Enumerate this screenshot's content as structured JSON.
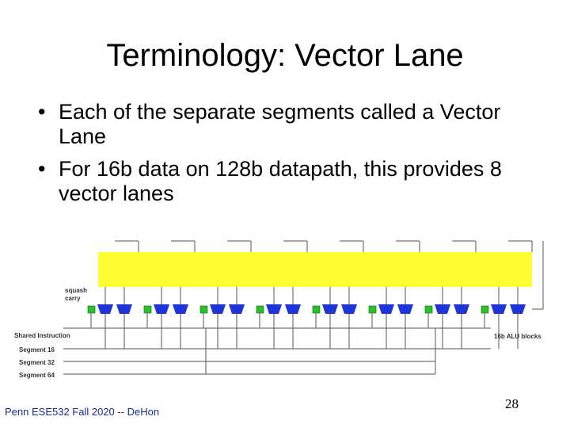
{
  "slide": {
    "title": "Terminology: Vector Lane",
    "bullets": [
      {
        "marker": "•",
        "text": "Each of the separate segments called a Vector Lane"
      },
      {
        "marker": "•",
        "text": "For 16b data on 128b datapath, this provides 8 vector lanes"
      }
    ],
    "footer": "Penn ESE532 Fall 2020 -- DeHon",
    "page_number": "28"
  },
  "diagram": {
    "labels": {
      "squash": "squash",
      "carry": "carry",
      "shared_instruction": "Shared Instruction",
      "segment_16": "Segment 16",
      "segment_32": "Segment 32",
      "segment_64": "Segment 64",
      "alu_blocks": "16b ALU blocks"
    },
    "colors": {
      "register_bar": "#ffff33",
      "alu": "#1f35d6",
      "carry_box": "#27c22a",
      "wire": "#555555"
    },
    "alu_block_count": 8
  }
}
